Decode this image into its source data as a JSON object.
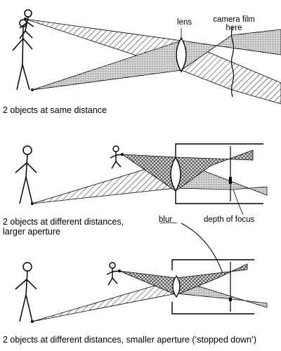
{
  "panel1": {
    "lens_label": "lens",
    "film_label_line1": "camera film",
    "film_label_line2": "here",
    "caption": "2 objects at same distance"
  },
  "panel2": {
    "caption_line1": "2 objects at different distances,",
    "caption_line2": "larger aperture",
    "blur_label": "blur",
    "depth_label": "depth of focus"
  },
  "panel3": {
    "caption": "2 objects at different distances, smaller aperture (‘stopped down’)"
  },
  "colors": {
    "ink": "#000000",
    "shade": "#bfbfbf",
    "paper": "#ffffff"
  }
}
